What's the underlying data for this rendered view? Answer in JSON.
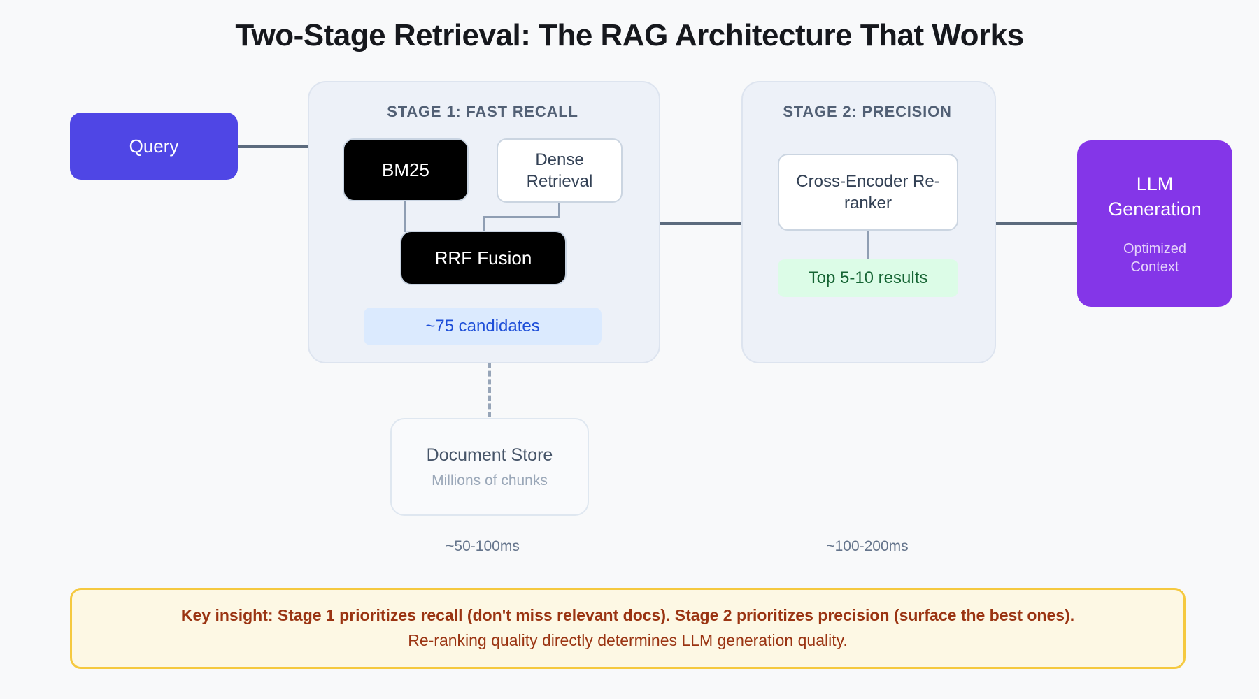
{
  "title": "Two-Stage Retrieval: The RAG Architecture That Works",
  "nodes": {
    "query": {
      "label": "Query"
    },
    "llm": {
      "title": "LLM Generation",
      "subtitle": "Optimized Context"
    },
    "docstore": {
      "title": "Document Store",
      "subtitle": "Millions of chunks"
    }
  },
  "stage1": {
    "header": "STAGE 1: FAST RECALL",
    "bm25": "BM25",
    "dense": "Dense Retrieval",
    "rrf": "RRF Fusion",
    "candidates": "~75 candidates",
    "timing": "~50-100ms"
  },
  "stage2": {
    "header": "STAGE 2: PRECISION",
    "reranker": "Cross-Encoder Re-ranker",
    "results": "Top 5-10 results",
    "timing": "~100-200ms"
  },
  "insight": {
    "line1": "Key insight: Stage 1 prioritizes recall (don't miss relevant docs). Stage 2 prioritizes precision (surface the best ones).",
    "line2": "Re-ranking quality directly determines LLM generation quality."
  },
  "colors": {
    "page_background": "#f8f9fa",
    "query_node": "#4f46e5",
    "llm_node": "#8436e8",
    "black_node": "#000000",
    "stage_fill": "#edf1f8",
    "stage_border": "#dde4ef",
    "candidates_bg": "#dbeafe",
    "candidates_text": "#1d4ed8",
    "results_bg": "#dcfce7",
    "results_text": "#166534",
    "connector": "#5c6b7d",
    "connector_thin": "#8f9eb3",
    "insight_bg": "#fdf8e4",
    "insight_border": "#f5c93f",
    "insight_text": "#9a3412"
  }
}
